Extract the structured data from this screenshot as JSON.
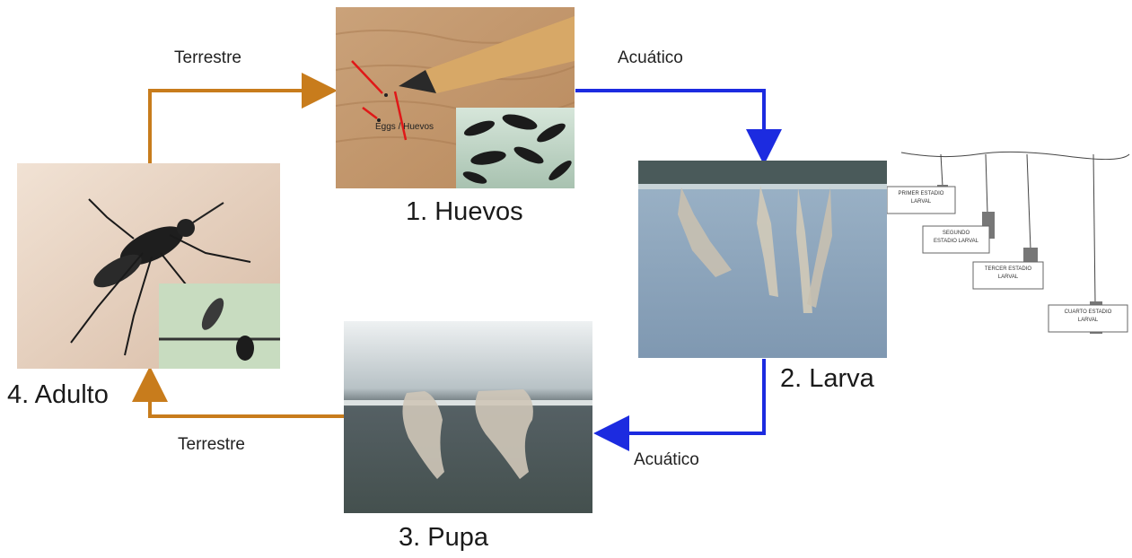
{
  "stages": {
    "huevos": "1. Huevos",
    "larva": "2. Larva",
    "pupa": "3. Pupa",
    "adulto": "4. Adulto"
  },
  "edges": {
    "adulto_to_huevos": "Terrestre",
    "huevos_to_larva": "Acuático",
    "larva_to_pupa": "Acuático",
    "pupa_to_adulto": "Terrestre"
  },
  "photo_labels": {
    "eggs_caption": "Eggs / Huevos",
    "instar_1": [
      "PRIMER ESTADIO",
      "LARVAL"
    ],
    "instar_2": [
      "SEGUNDO",
      "ESTADIO LARVAL"
    ],
    "instar_3": [
      "TERCER ESTADIO",
      "LARVAL"
    ],
    "instar_4": [
      "CUARTO ESTADIO",
      "LARVAL"
    ]
  },
  "colors": {
    "terrestre": "#c87c1c",
    "acuatico": "#1c2be0"
  }
}
